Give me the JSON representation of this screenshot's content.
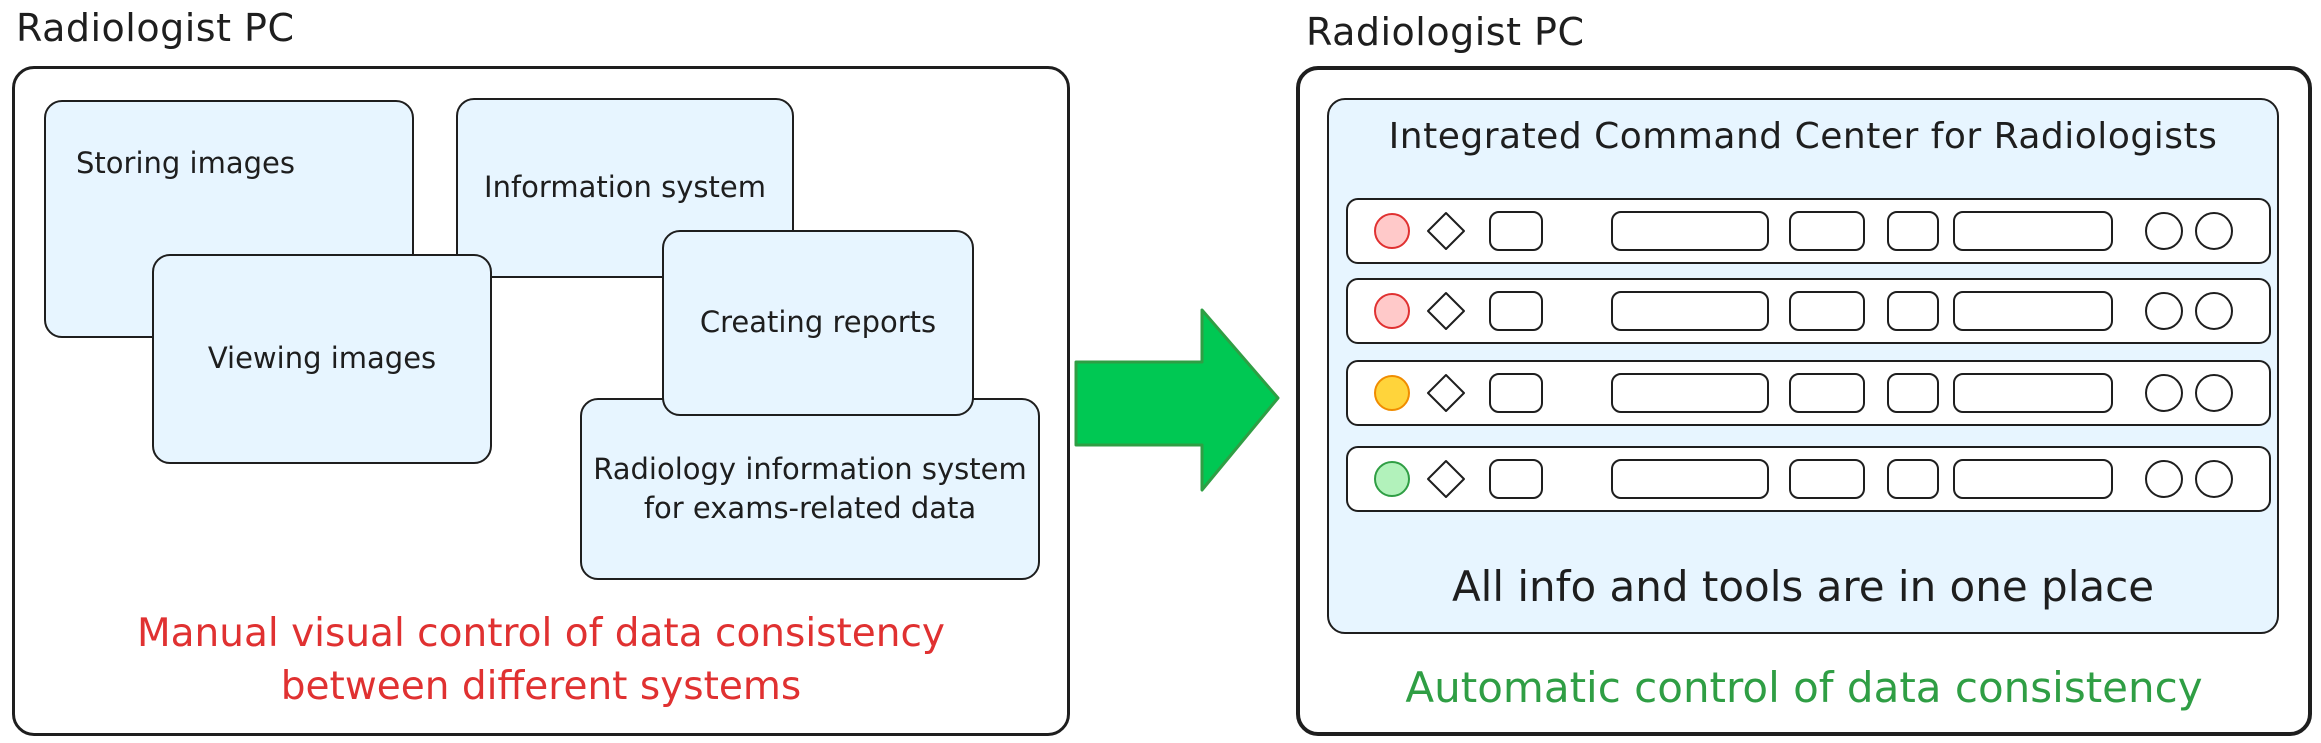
{
  "left_panel": {
    "title": "Radiologist PC",
    "boxes": {
      "storing": "Storing images",
      "information": "Information system",
      "viewing": "Viewing images",
      "reports": "Creating reports",
      "ris_line1": "Radiology information system",
      "ris_line2": "for exams-related data"
    },
    "caption_line1": "Manual visual control of data consistency",
    "caption_line2": "between different systems"
  },
  "right_panel": {
    "title": "Radiologist PC",
    "command_center_title": "Integrated Command Center for Radiologists",
    "inner_caption": "All info and tools are in one place",
    "caption": "Automatic control of data consistency",
    "row_status_colors": [
      "#ffc9c9",
      "#ffc9c9",
      "#ffd43b",
      "#b2f2bb"
    ],
    "row_status_strokes": [
      "#e03131",
      "#e03131",
      "#f08c00",
      "#2f9e44"
    ]
  },
  "colors": {
    "box_fill": "#e7f5ff",
    "arrow_fill": "#00c853",
    "arrow_stroke": "#2f9e44",
    "manual_text": "#e03131",
    "automatic_text": "#2f9e44"
  }
}
